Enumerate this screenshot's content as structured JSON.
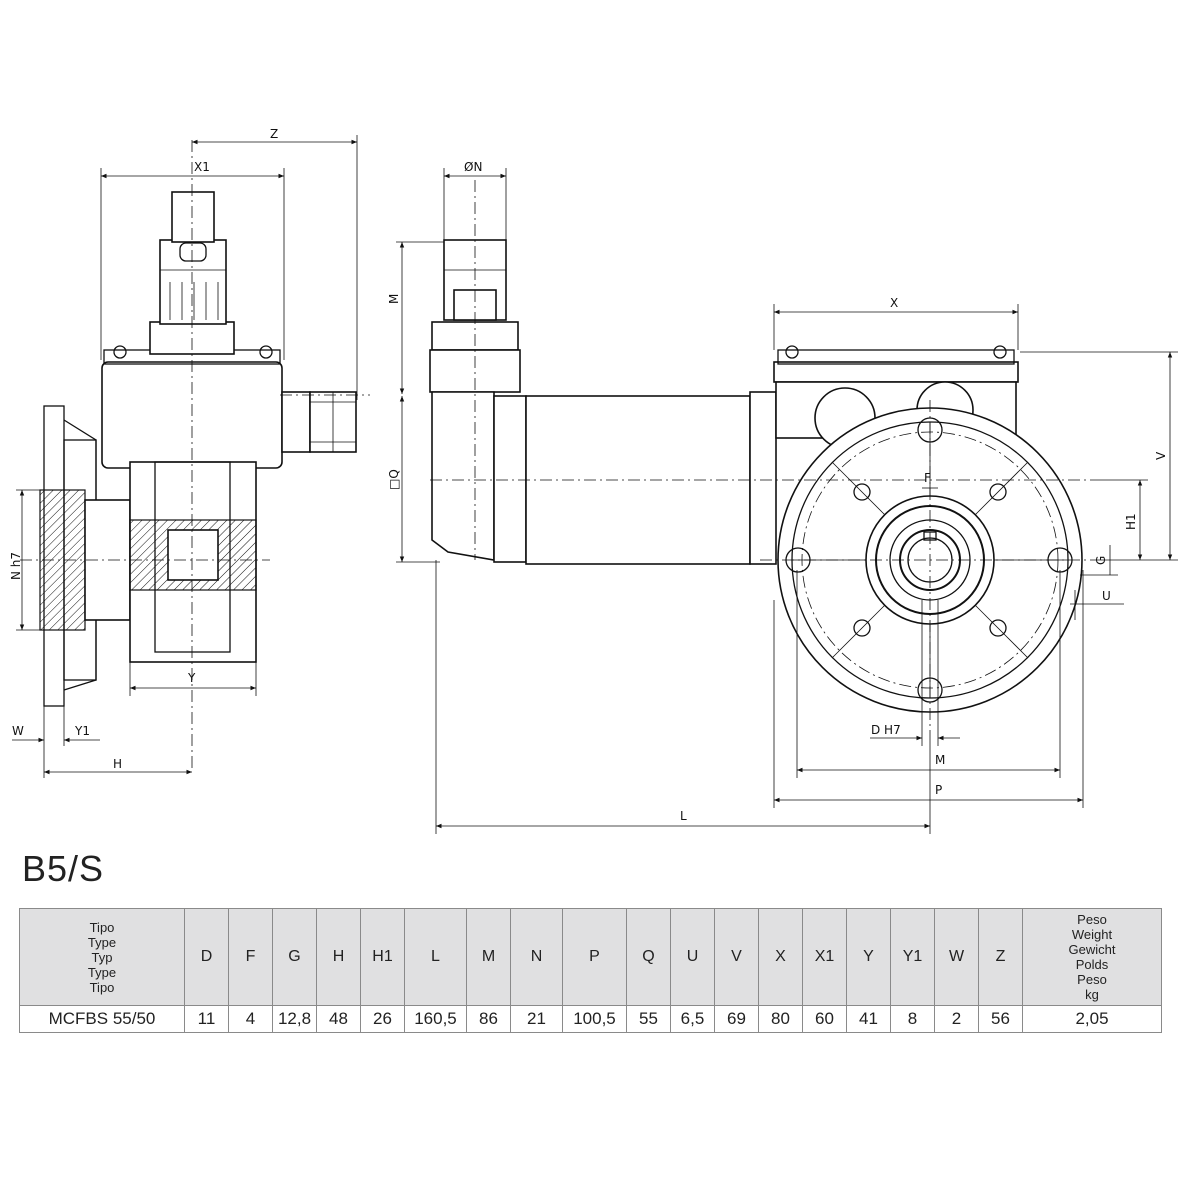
{
  "title": "B5/S",
  "drawing": {
    "labels": {
      "z": "Z",
      "x1": "X1",
      "on": "ØN",
      "m_vertical": "M",
      "x": "X",
      "q": "□Q",
      "v": "V",
      "f": "F",
      "h1": "H1",
      "g": "G",
      "u": "U",
      "nh7": "N h7",
      "y": "Y",
      "w": "W",
      "y1": "Y1",
      "h": "H",
      "dh7": "D H7",
      "m_horizontal": "M",
      "p": "P",
      "l": "L"
    }
  },
  "table": {
    "header_tipo": [
      "Tipo",
      "Type",
      "Typ",
      "Type",
      "Tipo"
    ],
    "columns": [
      "D",
      "F",
      "G",
      "H",
      "H1",
      "L",
      "M",
      "N",
      "P",
      "Q",
      "U",
      "V",
      "X",
      "X1",
      "Y",
      "Y1",
      "W",
      "Z"
    ],
    "header_peso": [
      "Peso",
      "Weight",
      "Gewicht",
      "Polds",
      "Peso",
      "kg"
    ],
    "rows": [
      {
        "model": "MCFBS 55/50",
        "values": [
          "11",
          "4",
          "12,8",
          "48",
          "26",
          "160,5",
          "86",
          "21",
          "100,5",
          "55",
          "6,5",
          "69",
          "80",
          "60",
          "41",
          "8",
          "2",
          "56"
        ],
        "weight": "2,05"
      }
    ]
  }
}
